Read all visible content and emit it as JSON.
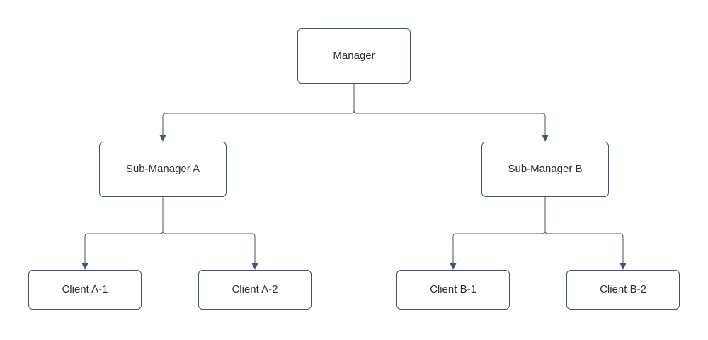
{
  "diagram": {
    "colors": {
      "node_border": "#4a5362",
      "node_fill": "#ffffff",
      "text": "#2b3038",
      "connector": "#4a5362"
    },
    "nodes": [
      {
        "id": "manager",
        "label": "Manager"
      },
      {
        "id": "sub_manager_a",
        "label": "Sub-Manager A"
      },
      {
        "id": "sub_manager_b",
        "label": "Sub-Manager B"
      },
      {
        "id": "client_a1",
        "label": "Client A-1"
      },
      {
        "id": "client_a2",
        "label": "Client A-2"
      },
      {
        "id": "client_b1",
        "label": "Client B-1"
      },
      {
        "id": "client_b2",
        "label": "Client B-2"
      }
    ],
    "edges": [
      {
        "from": "manager",
        "to": "sub_manager_a"
      },
      {
        "from": "manager",
        "to": "sub_manager_b"
      },
      {
        "from": "sub_manager_a",
        "to": "client_a1"
      },
      {
        "from": "sub_manager_a",
        "to": "client_a2"
      },
      {
        "from": "sub_manager_b",
        "to": "client_b1"
      },
      {
        "from": "sub_manager_b",
        "to": "client_b2"
      }
    ]
  }
}
